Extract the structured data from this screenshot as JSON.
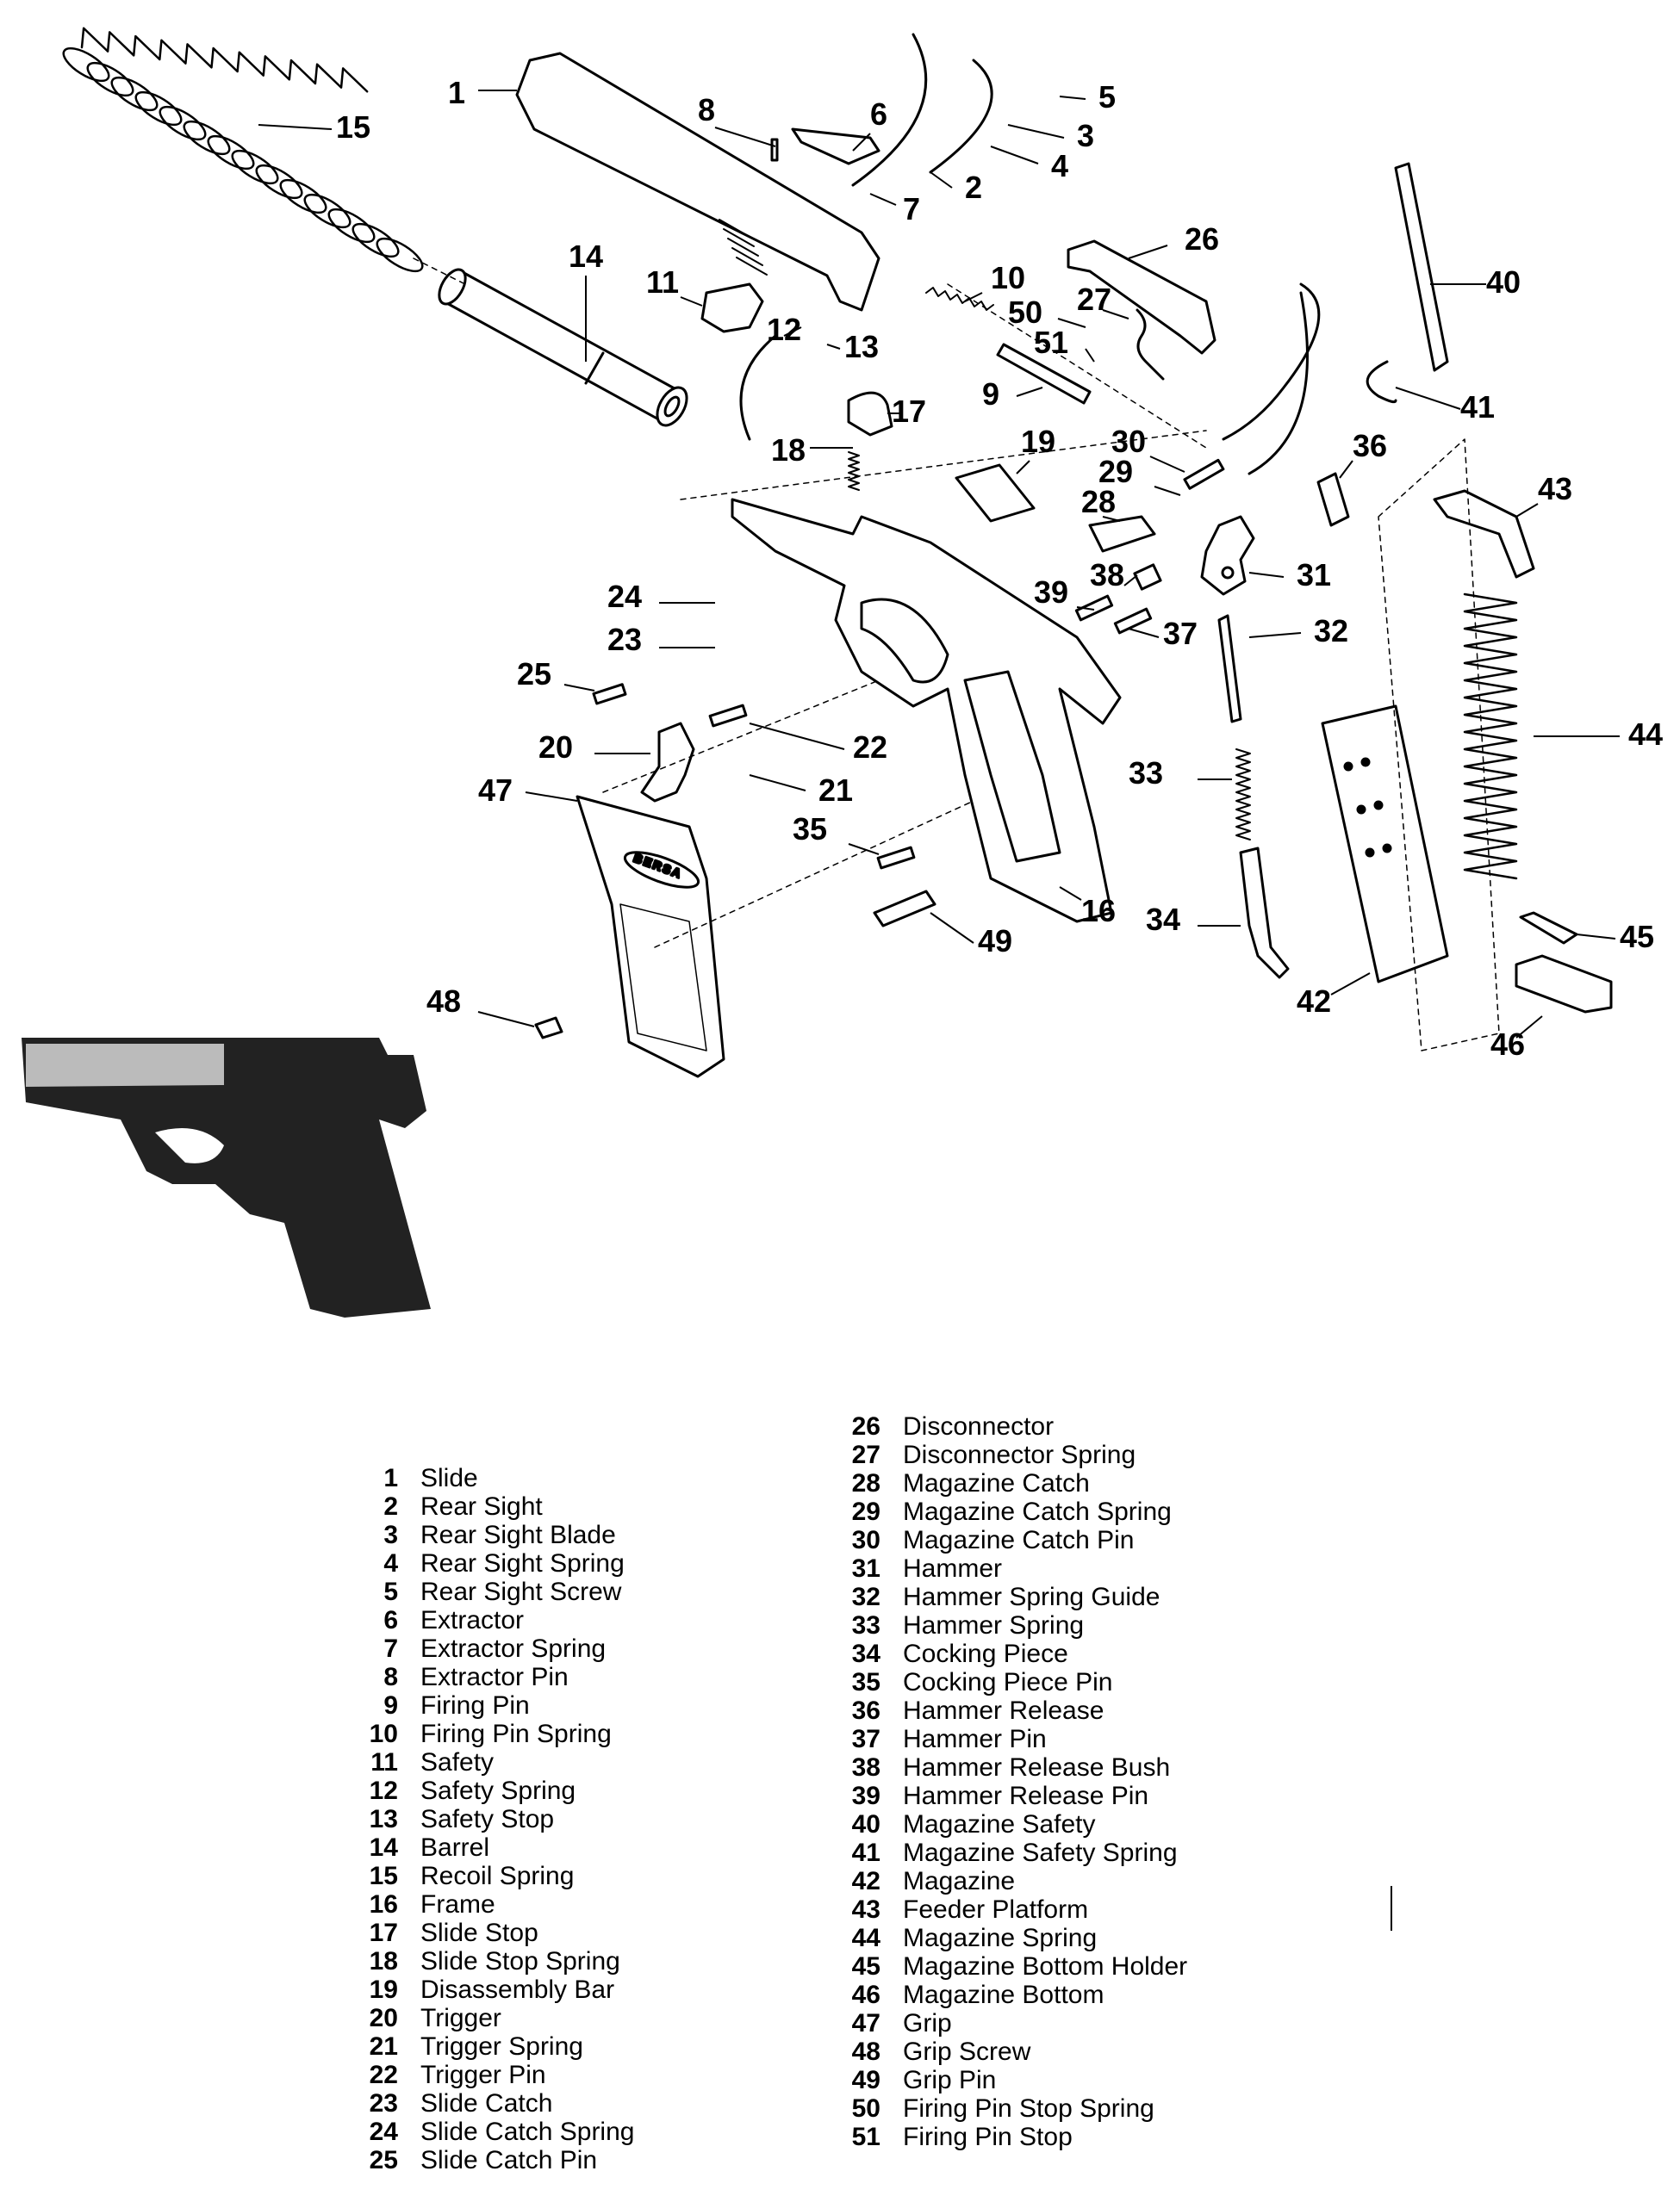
{
  "diagram": {
    "brand_text": "BERSA",
    "callouts": [
      {
        "id": "1",
        "label": "1"
      },
      {
        "id": "2",
        "label": "2"
      },
      {
        "id": "3",
        "label": "3"
      },
      {
        "id": "4",
        "label": "4"
      },
      {
        "id": "5",
        "label": "5"
      },
      {
        "id": "6",
        "label": "6"
      },
      {
        "id": "7",
        "label": "7"
      },
      {
        "id": "8",
        "label": "8"
      },
      {
        "id": "9",
        "label": "9"
      },
      {
        "id": "10",
        "label": "10"
      },
      {
        "id": "11",
        "label": "11"
      },
      {
        "id": "12",
        "label": "12"
      },
      {
        "id": "13",
        "label": "13"
      },
      {
        "id": "14",
        "label": "14"
      },
      {
        "id": "15",
        "label": "15"
      },
      {
        "id": "16",
        "label": "16"
      },
      {
        "id": "17",
        "label": "17"
      },
      {
        "id": "18",
        "label": "18"
      },
      {
        "id": "19",
        "label": "19"
      },
      {
        "id": "20",
        "label": "20"
      },
      {
        "id": "21",
        "label": "21"
      },
      {
        "id": "22",
        "label": "22"
      },
      {
        "id": "23",
        "label": "23"
      },
      {
        "id": "24",
        "label": "24"
      },
      {
        "id": "25",
        "label": "25"
      },
      {
        "id": "26",
        "label": "26"
      },
      {
        "id": "27",
        "label": "27"
      },
      {
        "id": "28",
        "label": "28"
      },
      {
        "id": "29",
        "label": "29"
      },
      {
        "id": "30",
        "label": "30"
      },
      {
        "id": "31",
        "label": "31"
      },
      {
        "id": "32",
        "label": "32"
      },
      {
        "id": "33",
        "label": "33"
      },
      {
        "id": "34",
        "label": "34"
      },
      {
        "id": "35",
        "label": "35"
      },
      {
        "id": "36",
        "label": "36"
      },
      {
        "id": "37",
        "label": "37"
      },
      {
        "id": "38",
        "label": "38"
      },
      {
        "id": "39",
        "label": "39"
      },
      {
        "id": "40",
        "label": "40"
      },
      {
        "id": "41",
        "label": "41"
      },
      {
        "id": "42",
        "label": "42"
      },
      {
        "id": "43",
        "label": "43"
      },
      {
        "id": "44",
        "label": "44"
      },
      {
        "id": "45",
        "label": "45"
      },
      {
        "id": "46",
        "label": "46"
      },
      {
        "id": "47",
        "label": "47"
      },
      {
        "id": "48",
        "label": "48"
      },
      {
        "id": "49",
        "label": "49"
      },
      {
        "id": "50",
        "label": "50"
      },
      {
        "id": "51",
        "label": "51"
      }
    ]
  },
  "legend": {
    "left": [
      {
        "num": "1",
        "name": "Slide"
      },
      {
        "num": "2",
        "name": "Rear Sight"
      },
      {
        "num": "3",
        "name": "Rear Sight Blade"
      },
      {
        "num": "4",
        "name": "Rear Sight Spring"
      },
      {
        "num": "5",
        "name": "Rear Sight Screw"
      },
      {
        "num": "6",
        "name": "Extractor"
      },
      {
        "num": "7",
        "name": "Extractor Spring"
      },
      {
        "num": "8",
        "name": "Extractor Pin"
      },
      {
        "num": "9",
        "name": "Firing Pin"
      },
      {
        "num": "10",
        "name": "Firing Pin Spring"
      },
      {
        "num": "11",
        "name": "Safety"
      },
      {
        "num": "12",
        "name": "Safety Spring"
      },
      {
        "num": "13",
        "name": "Safety Stop"
      },
      {
        "num": "14",
        "name": "Barrel"
      },
      {
        "num": "15",
        "name": "Recoil Spring"
      },
      {
        "num": "16",
        "name": "Frame"
      },
      {
        "num": "17",
        "name": "Slide Stop"
      },
      {
        "num": "18",
        "name": "Slide Stop Spring"
      },
      {
        "num": "19",
        "name": "Disassembly Bar"
      },
      {
        "num": "20",
        "name": "Trigger"
      },
      {
        "num": "21",
        "name": "Trigger Spring"
      },
      {
        "num": "22",
        "name": "Trigger Pin"
      },
      {
        "num": "23",
        "name": "Slide Catch"
      },
      {
        "num": "24",
        "name": "Slide Catch Spring"
      },
      {
        "num": "25",
        "name": "Slide Catch Pin"
      }
    ],
    "right": [
      {
        "num": "26",
        "name": "Disconnector"
      },
      {
        "num": "27",
        "name": "Disconnector Spring"
      },
      {
        "num": "28",
        "name": "Magazine Catch"
      },
      {
        "num": "29",
        "name": "Magazine Catch Spring"
      },
      {
        "num": "30",
        "name": "Magazine Catch Pin"
      },
      {
        "num": "31",
        "name": "Hammer"
      },
      {
        "num": "32",
        "name": "Hammer Spring Guide"
      },
      {
        "num": "33",
        "name": "Hammer Spring"
      },
      {
        "num": "34",
        "name": "Cocking Piece"
      },
      {
        "num": "35",
        "name": "Cocking Piece Pin"
      },
      {
        "num": "36",
        "name": "Hammer Release"
      },
      {
        "num": "37",
        "name": "Hammer Pin"
      },
      {
        "num": "38",
        "name": "Hammer Release Bush"
      },
      {
        "num": "39",
        "name": "Hammer Release Pin"
      },
      {
        "num": "40",
        "name": "Magazine Safety"
      },
      {
        "num": "41",
        "name": "Magazine Safety Spring"
      },
      {
        "num": "42",
        "name": "Magazine"
      },
      {
        "num": "43",
        "name": "Feeder Platform"
      },
      {
        "num": "44",
        "name": "Magazine Spring"
      },
      {
        "num": "45",
        "name": "Magazine Bottom Holder"
      },
      {
        "num": "46",
        "name": "Magazine Bottom"
      },
      {
        "num": "47",
        "name": "Grip"
      },
      {
        "num": "48",
        "name": "Grip Screw"
      },
      {
        "num": "49",
        "name": "Grip Pin"
      },
      {
        "num": "50",
        "name": "Firing Pin Stop Spring"
      },
      {
        "num": "51",
        "name": "Firing Pin Stop"
      }
    ]
  }
}
